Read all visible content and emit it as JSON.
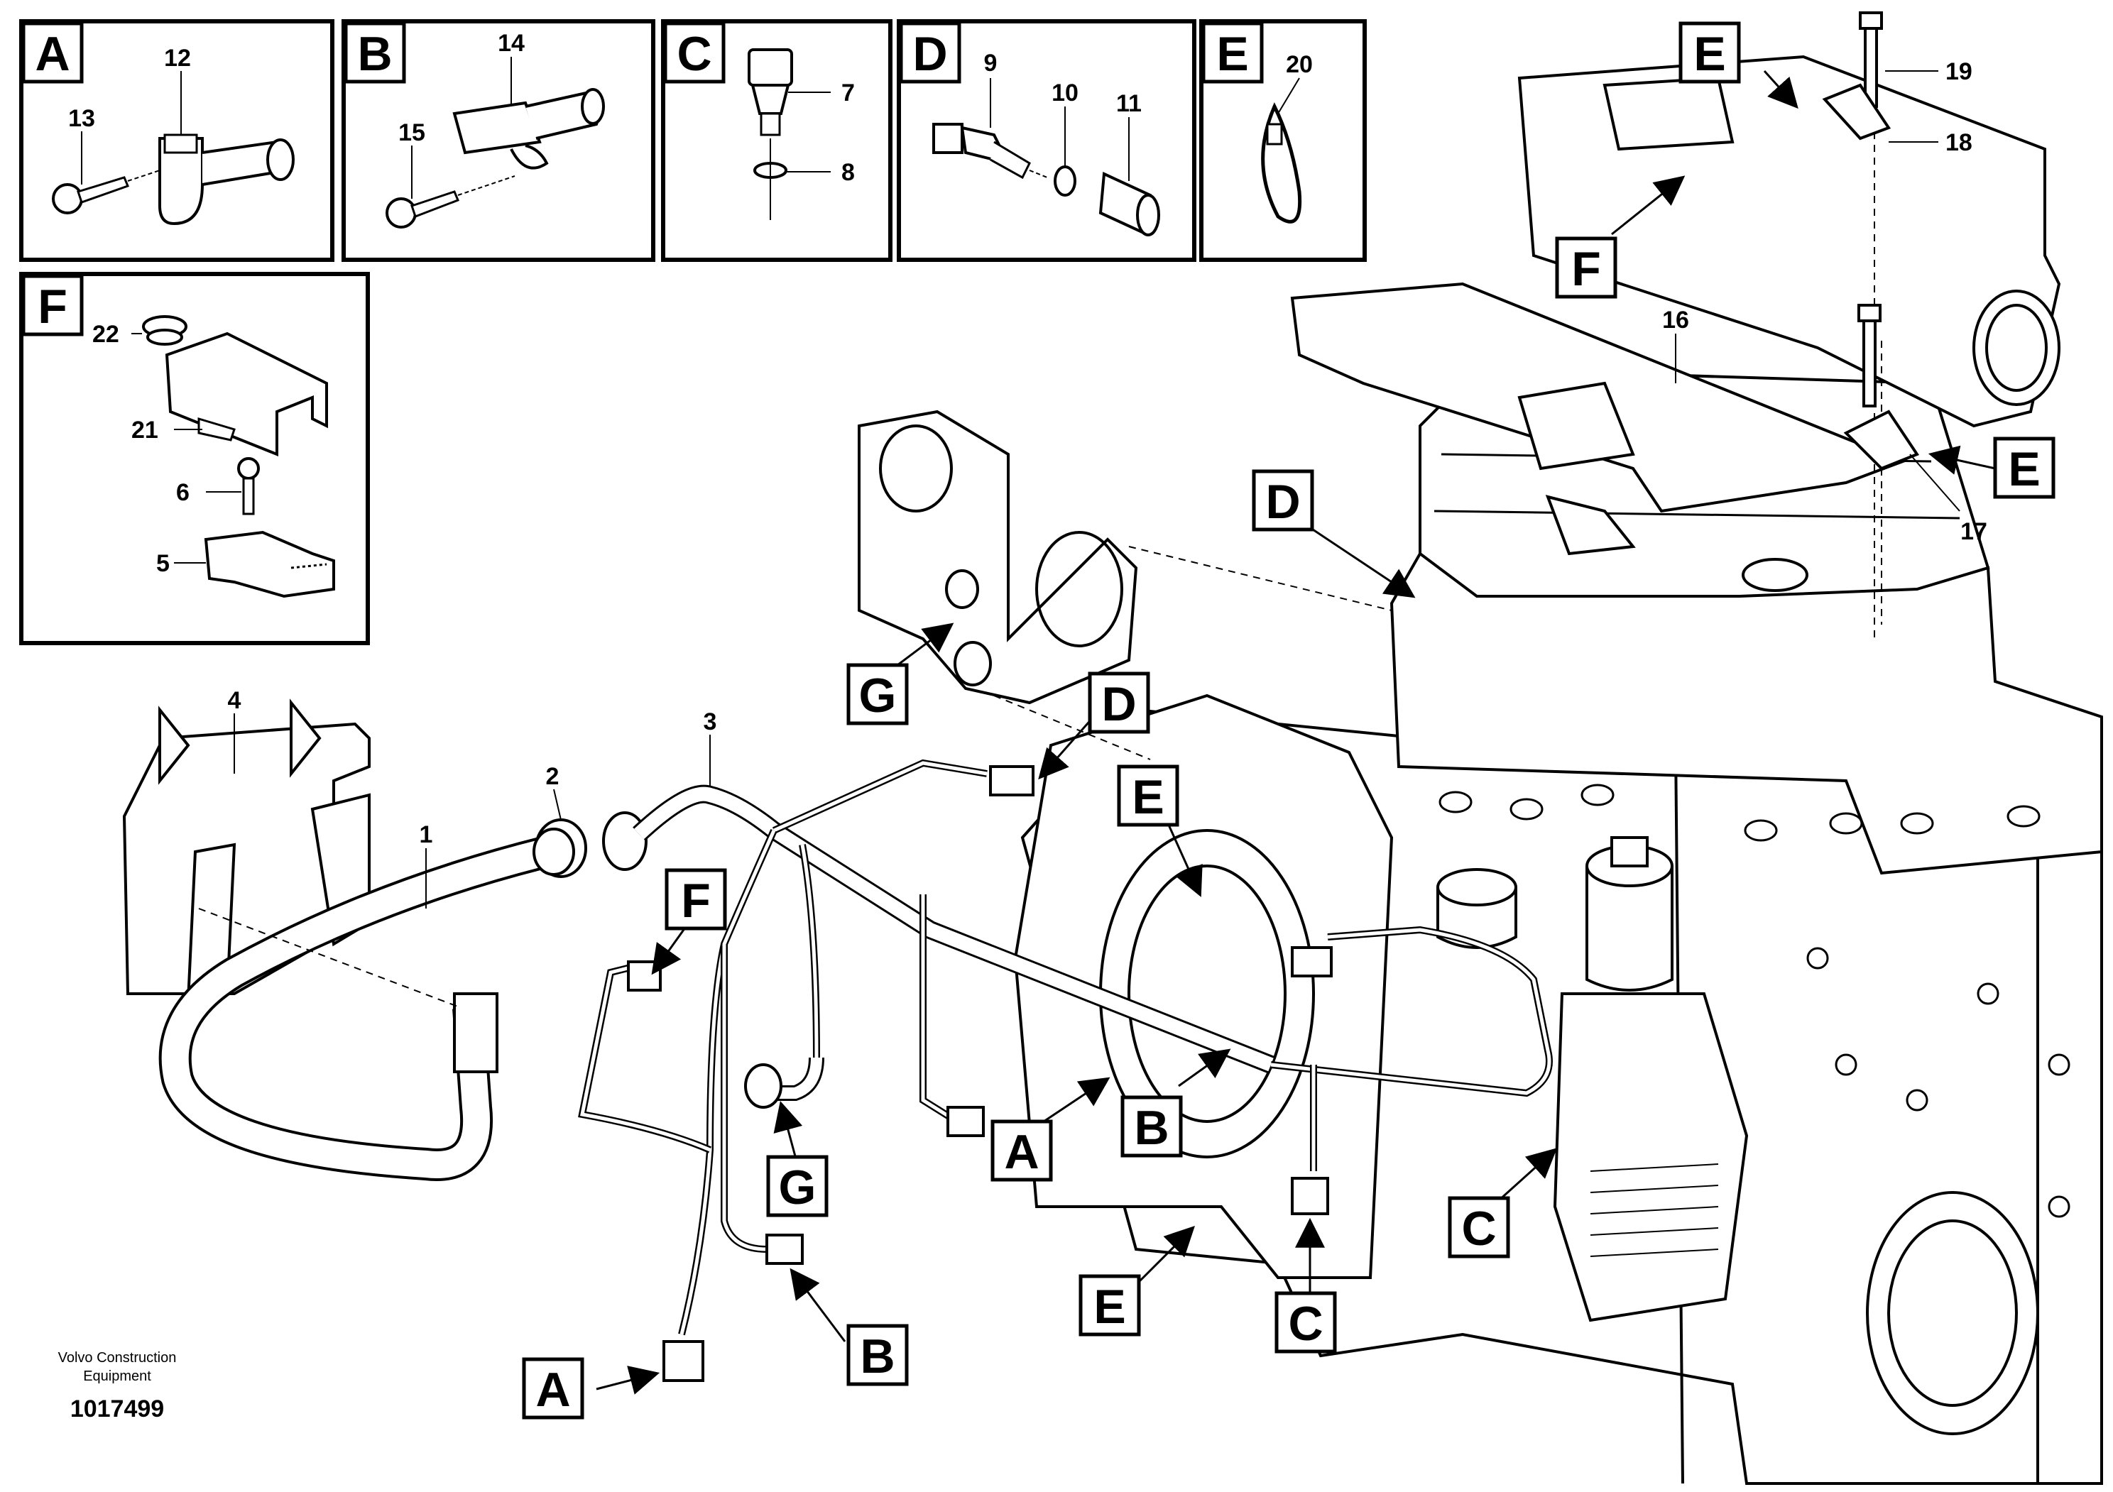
{
  "detail_boxes": [
    {
      "id": "A",
      "letter": "A",
      "parts": [
        "12",
        "13"
      ]
    },
    {
      "id": "B",
      "letter": "B",
      "parts": [
        "14",
        "15"
      ]
    },
    {
      "id": "C",
      "letter": "C",
      "parts": [
        "7",
        "8"
      ]
    },
    {
      "id": "D",
      "letter": "D",
      "parts": [
        "9",
        "10",
        "11"
      ]
    },
    {
      "id": "E",
      "letter": "E",
      "parts": [
        "20"
      ]
    },
    {
      "id": "F",
      "letter": "F",
      "parts": [
        "22",
        "21",
        "6",
        "5"
      ]
    }
  ],
  "part_numbers": [
    "1",
    "2",
    "3",
    "4",
    "16",
    "17",
    "18",
    "19"
  ],
  "callouts": [
    "A",
    "B",
    "C",
    "D",
    "E",
    "F",
    "G"
  ],
  "footer": {
    "brand_line1": "Volvo Construction",
    "brand_line2": "Equipment",
    "doc_id": "1017499"
  }
}
